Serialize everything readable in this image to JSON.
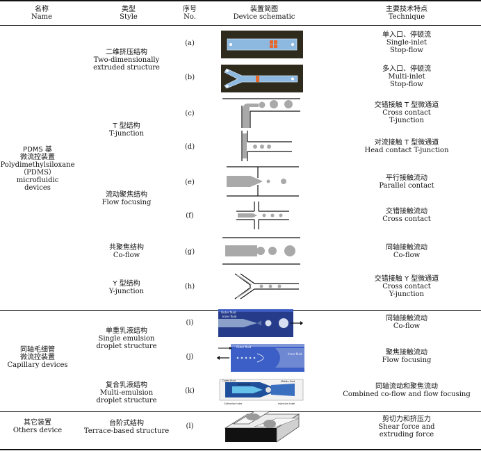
{
  "header": {
    "name_zh": "名称",
    "name_en": "Name",
    "style_zh": "类型",
    "style_en": "Style",
    "no_zh": "序号",
    "no_en": "No.",
    "schematic_zh": "装置简图",
    "schematic_en": "Device schematic",
    "tech_zh": "主要技术特点",
    "tech_en": "Technique"
  },
  "groups": [
    {
      "l1": "PDMS 基",
      "l2": "微流控装置",
      "l3": "Polydimethylsiloxane",
      "l4": "（PDMS）microfluidic",
      "l5": "devices"
    },
    {
      "l1": "同轴毛细管",
      "l2": "微流控装置",
      "l3": "Capillary devices"
    },
    {
      "l1": "其它装置",
      "l2": "Others device"
    }
  ],
  "styles": [
    {
      "zh": "二维挤压结构",
      "en1": "Two-dimensionally",
      "en2": "extruded structure"
    },
    {
      "zh": "T 型结构",
      "en1": "T-junction"
    },
    {
      "zh": "流动聚焦结构",
      "en1": "Flow focusing"
    },
    {
      "zh": "共聚焦结构",
      "en1": "Co-flow"
    },
    {
      "zh": "Y 型结构",
      "en1": "Y-junction"
    },
    {
      "zh": "单重乳液结构",
      "en1": "Single emulsion",
      "en2": "droplet structure"
    },
    {
      "zh": "复合乳液结构",
      "en1": "Multi-emulsion",
      "en2": "droplet structure"
    },
    {
      "zh": "台阶式结构",
      "en1": "Terrace-based structure"
    }
  ],
  "rows": [
    {
      "no": "(a)",
      "t1": "单入口、停顿流",
      "t2": "Single-inlet",
      "t3": "Stop-flow"
    },
    {
      "no": "(b)",
      "t1": "多入口、停顿流",
      "t2": "Multi-inlet",
      "t3": "Stop-flow"
    },
    {
      "no": "(c)",
      "t1": "交错接触 T 型微通道",
      "t2": "Cross contact",
      "t3": "T-junction"
    },
    {
      "no": "(d)",
      "t1": "对流接触 T 型微通道",
      "t2": "Head contact T-junction"
    },
    {
      "no": "(e)",
      "t1": "平行接触流动",
      "t2": "Parallel contact"
    },
    {
      "no": "(f)",
      "t1": "交错接触流动",
      "t2": "Cross contact"
    },
    {
      "no": "(g)",
      "t1": "同轴接触流动",
      "t2": "Co-flow"
    },
    {
      "no": "(h)",
      "t1": "交错接触 Y 型微通道",
      "t2": "Cross contact",
      "t3": "Y-junction"
    },
    {
      "no": "(i)",
      "t1": "同轴接触流动",
      "t2": "Co-flow"
    },
    {
      "no": "(j)",
      "t1": "聚焦接触流动",
      "t2": "Flow focusing"
    },
    {
      "no": "(k)",
      "t1": "同轴流动和聚焦流动",
      "t2": "Combined co-flow and flow focusing"
    },
    {
      "no": "(l)",
      "t1": "剪切力和挤压力",
      "t2": "Shear force and",
      "t3": "extruding force"
    }
  ],
  "schematic_labels": {
    "outer_fluid": "Outer fluid",
    "inner_fluid": "Inner fluid",
    "middle_fluid": "Middle fluid",
    "collection_tube": "Collection tube",
    "injection_tube": "Injection tube"
  }
}
